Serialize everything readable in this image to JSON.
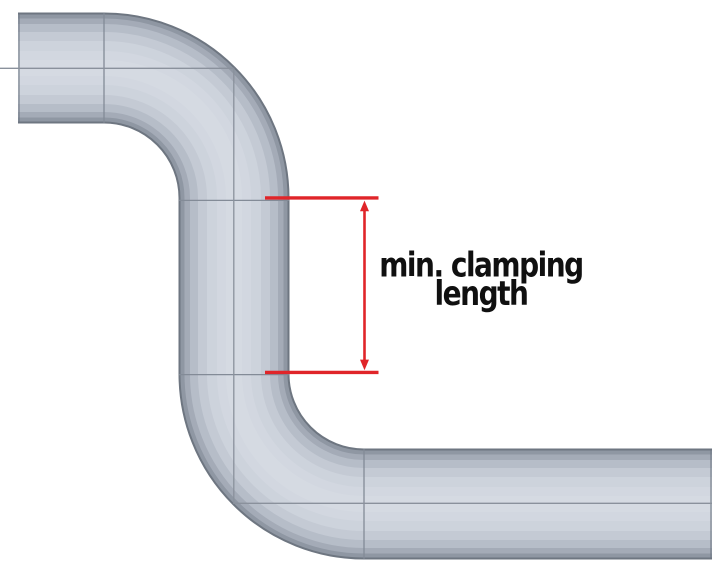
{
  "figure": {
    "type": "cad-pipe-illustration",
    "annotation": {
      "label": "min. clamping length",
      "label_line1": "min. clamping",
      "label_line2": "length"
    }
  },
  "colors": {
    "background": "#ffffff",
    "pipe_edge": "#6e7681",
    "pipe_band_1": "#8f97a3",
    "pipe_band_2": "#a4abb7",
    "pipe_band_3": "#b6bdc8",
    "pipe_band_4": "#c4cad4",
    "pipe_band_5": "#cdd3dc",
    "pipe_band_6": "#d2d7e0",
    "pipe_band_7": "#d5dae2",
    "seam_line": "#838b97",
    "axis_line": "#8a919c",
    "dimension": "#e02529",
    "label_text": "#101010"
  }
}
